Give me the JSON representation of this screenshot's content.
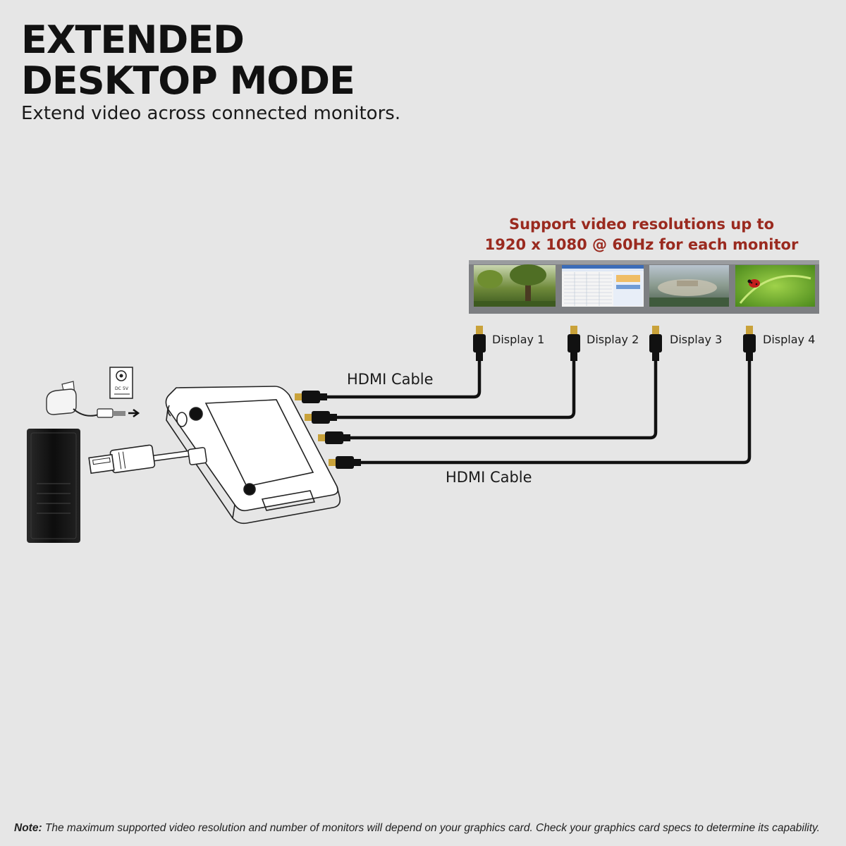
{
  "header": {
    "title_line1": "EXTENDED",
    "title_line2": "DESKTOP MODE",
    "subtitle": "Extend video across connected monitors."
  },
  "support": {
    "line1": "Support video resolutions up to",
    "line2": "1920 x 1080 @ 60Hz for each monitor"
  },
  "displays": [
    "Display 1",
    "Display 2",
    "Display 3",
    "Display 4"
  ],
  "cables": {
    "top_label": "HDMI Cable",
    "bottom_label": "HDMI Cable"
  },
  "power_label": {
    "line1": "DC",
    "line2": "5V"
  },
  "note": {
    "prefix": "Note:",
    "text": " The maximum supported video resolution and number of monitors will depend on your graphics card. Check your graphics card specs to determine its capability."
  },
  "colors": {
    "background": "#e6e6e6",
    "accent_red": "#9a2a1f",
    "monitor_frame": "#7d7f82",
    "cable": "#111111"
  },
  "icons": [
    "power-adapter-icon",
    "dc-power-jack-icon",
    "usb-plug-icon",
    "hdmi-plug-icon",
    "desktop-tower-icon"
  ]
}
